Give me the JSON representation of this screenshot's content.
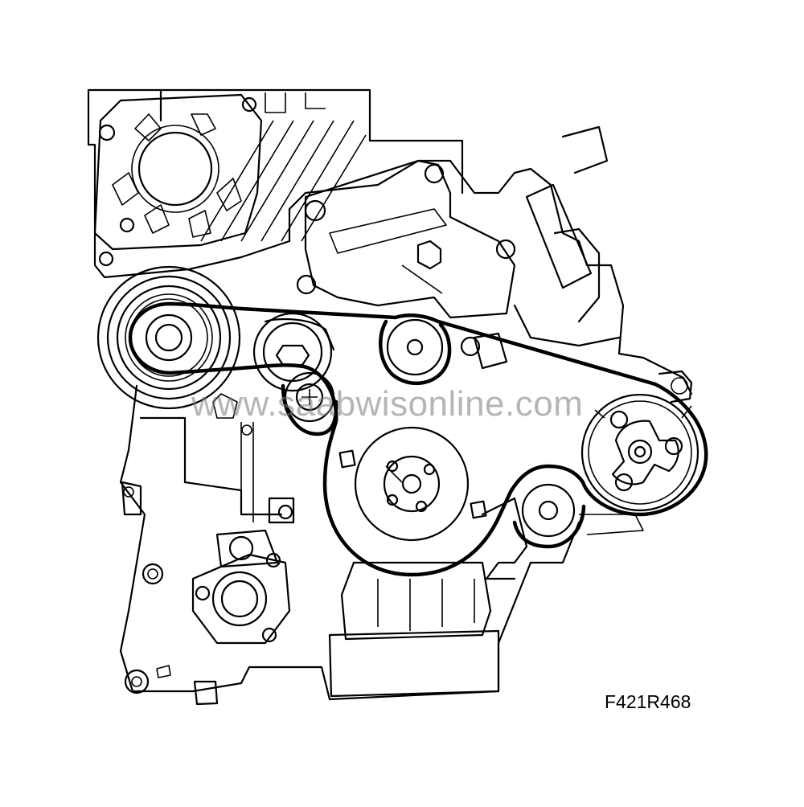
{
  "figure": {
    "code": "F421R468",
    "watermark": "www.saabwisonline.com"
  },
  "components": {
    "crankshaft_pulley": "crankshaft-pulley",
    "alternator_pulley": "alternator-pulley",
    "upper_idler_pulley": "upper-idler-pulley",
    "tensioner_pulley": "belt-tensioner-pulley",
    "lower_idler_pulley": "lower-idler-pulley",
    "ac_compressor_pulley": "ac-compressor-pulley",
    "power_steering_pulley": "power-steering-pulley"
  },
  "colors": {
    "line": "#000000",
    "background": "#ffffff",
    "watermark": "#787878"
  }
}
